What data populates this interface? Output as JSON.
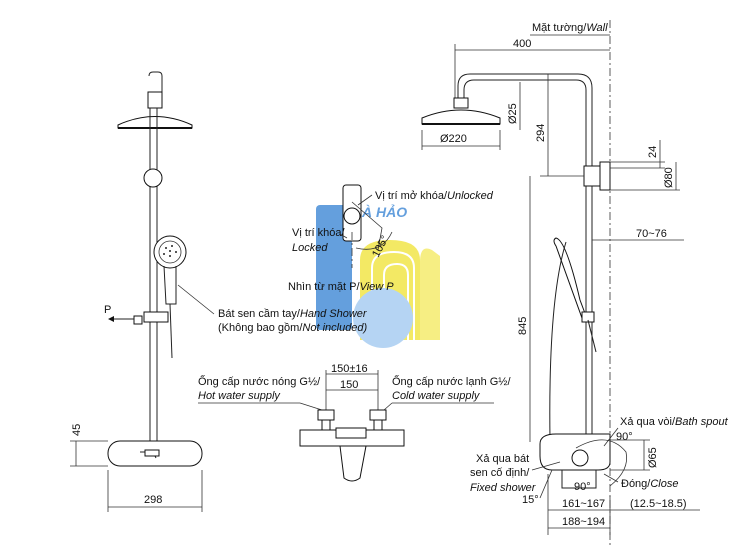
{
  "left_view": {
    "p_label": "P",
    "dim_45": "45",
    "dim_298": "298"
  },
  "callouts": {
    "hand_shower_vi": "Bát sen cầm tay/",
    "hand_shower_en": "Hand Shower",
    "not_included_vi": "(Không bao gồm/",
    "not_included_en": "Not included)",
    "unlocked_vi": "Vị trí mở khóa/",
    "unlocked_en": "Unlocked",
    "locked_vi": "Vị trí khóa/",
    "locked_en": "Locked",
    "view_p_vi": "Nhìn từ mặt P/",
    "view_p_en": "View P",
    "angle_105": "105°"
  },
  "center_view": {
    "dim_150_16": "150±16",
    "dim_150": "150",
    "hot_supply_vi": "Ống cấp nước nóng G½/",
    "hot_supply_en": "Hot water supply",
    "cold_supply_vi": "Ống cấp nước lạnh G½/",
    "cold_supply_en": "Cold water supply"
  },
  "right_view": {
    "wall_vi": "Mặt tường/",
    "wall_en": "Wall",
    "dim_400": "400",
    "dim_25": "Ø25",
    "dim_294": "294",
    "dim_220": "Ø220",
    "dim_24": "24",
    "dim_80": "Ø80",
    "dim_70_76": "70~76",
    "dim_845": "845",
    "bath_spout_vi": "Xả qua vòi/",
    "bath_spout_en": "Bath spout",
    "angle_90a": "90°",
    "dim_65": "Ø65",
    "fixed_shower_vi1": "Xả qua bát",
    "fixed_shower_vi2": "sen cố định/",
    "fixed_shower_en": "Fixed shower",
    "angle_90b": "90°",
    "close_vi": "Đóng/",
    "close_en": "Close",
    "angle_15": "15°",
    "dim_161_167": "161~167",
    "dim_12_18": "(12.5~18.5)",
    "dim_188_194": "188~194"
  },
  "watermark": {
    "text": "À HẢO",
    "colors": {
      "blue": "#4a8fd8",
      "yellow": "#f2e64a",
      "light_blue": "#a9cdf2"
    }
  }
}
